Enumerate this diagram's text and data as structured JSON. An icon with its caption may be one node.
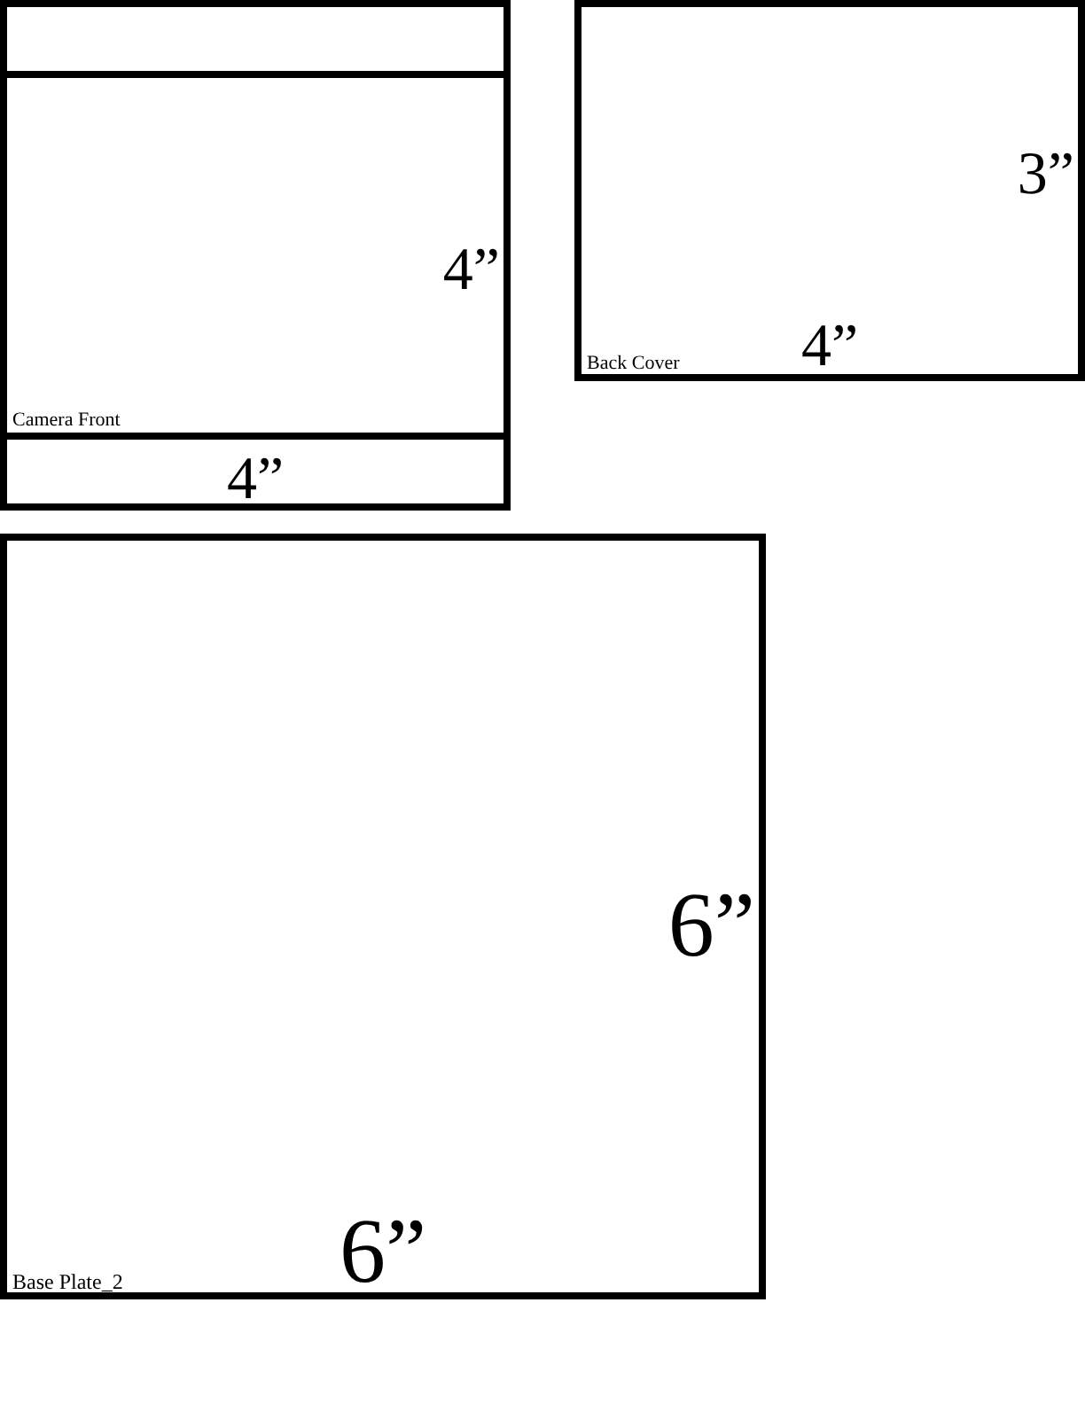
{
  "diagram": {
    "nodes": [
      {
        "text": [],
        "shape": "box"
      },
      {
        "text": [
          "4”",
          "Camera Front"
        ]
      },
      {
        "text": [
          "4”"
        ]
      },
      {
        "text": [
          "3”",
          "Back Cover",
          "4”"
        ]
      },
      {
        "text": [
          "6”",
          "Base Plate_2",
          "6”"
        ]
      }
    ]
  }
}
